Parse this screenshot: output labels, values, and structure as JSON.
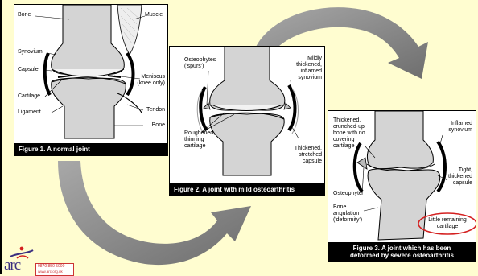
{
  "panel1": {
    "caption": "Figure 1. A normal joint",
    "labels": {
      "bone_top": "Bone",
      "muscle": "Muscle",
      "synovium": "Synovium",
      "capsule": "Capsule",
      "meniscus": "Meniscus\n(knee only)",
      "cartilage": "Cartilage",
      "ligament": "Ligament",
      "tendon": "Tendon",
      "bone_bottom": "Bone"
    }
  },
  "panel2": {
    "caption": "Figure 2. A joint with mild osteoarthritis",
    "labels": {
      "osteophytes": "Osteophytes\n('spurs')",
      "synovium": "Mildly\nthickened,\ninflamed\nsynovium",
      "cartilage": "Roughened,\nthinning\ncartilage",
      "capsule": "Thickened,\nstretched\ncapsule"
    }
  },
  "panel3": {
    "caption": "Figure 3. A joint which has been\ndeformed by severe osteoarthritis",
    "labels": {
      "bone": "Thickened,\ncrunched-up\nbone with no\ncovering\ncartilage",
      "synovium": "Inflamed\nsynovium",
      "capsule": "Tight,\nthickened\ncapsule",
      "osteophyte": "Osteophyte",
      "angulation": "Bone\nangulation\n('deformity')",
      "cartilage": "Little remaining\ncartilage"
    }
  },
  "logo": {
    "name": "arc",
    "phone": "0870 850 5000",
    "web": "www.arc.org.uk"
  },
  "colors": {
    "background": "#fffdd0",
    "bone": "#d4d4d4",
    "arrow": "#8a8a8a",
    "highlight": "#d42020",
    "logo": "#3b2f80"
  }
}
